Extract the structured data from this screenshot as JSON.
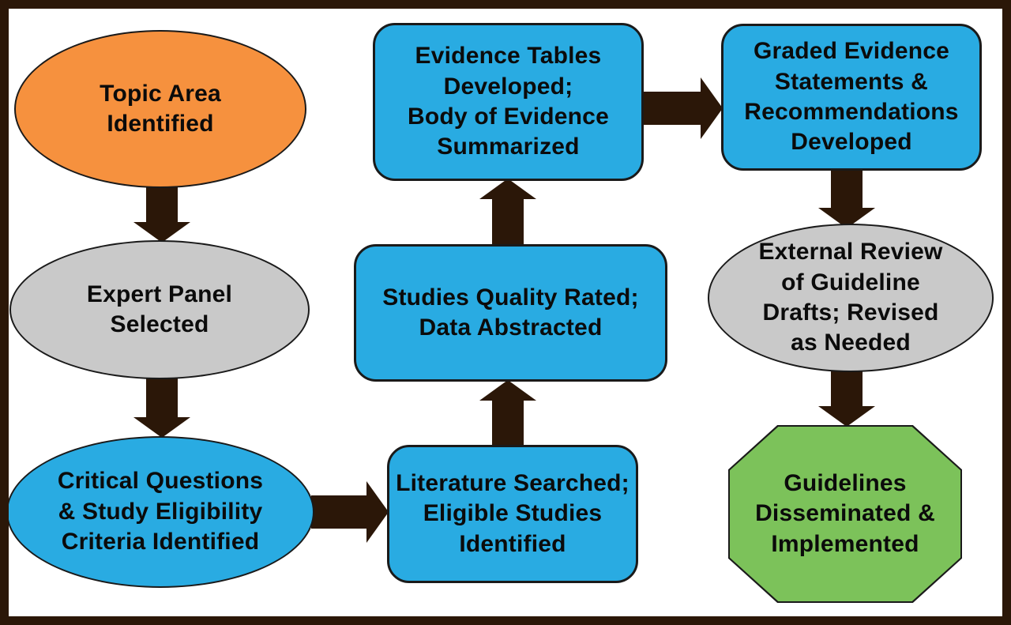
{
  "diagram": {
    "type": "flowchart",
    "colors": {
      "orange": "#F6913E",
      "blue": "#29ABE2",
      "gray": "#C9C9C9",
      "green": "#7CC25A",
      "arrow": "#2B1708",
      "frame": "#2B1708",
      "text": "#0B0B0B"
    },
    "nodes": [
      {
        "id": "topic-area-identified",
        "shape": "ellipse",
        "fill_color": "#F6913E",
        "label": "Topic Area\nIdentified"
      },
      {
        "id": "expert-panel-selected",
        "shape": "ellipse",
        "fill_color": "#C9C9C9",
        "label": "Expert Panel\nSelected"
      },
      {
        "id": "critical-questions",
        "shape": "ellipse",
        "fill_color": "#29ABE2",
        "label": "Critical Questions\n& Study Eligibility\nCriteria Identified"
      },
      {
        "id": "literature-searched",
        "shape": "rounded-rectangle",
        "fill_color": "#29ABE2",
        "label": "Literature Searched;\nEligible Studies\nIdentified"
      },
      {
        "id": "studies-quality-rated",
        "shape": "rounded-rectangle",
        "fill_color": "#29ABE2",
        "label": "Studies Quality Rated;\nData Abstracted"
      },
      {
        "id": "evidence-tables",
        "shape": "rounded-rectangle",
        "fill_color": "#29ABE2",
        "label": "Evidence Tables\nDeveloped;\nBody of Evidence\nSummarized"
      },
      {
        "id": "graded-evidence",
        "shape": "rounded-rectangle",
        "fill_color": "#29ABE2",
        "label": "Graded Evidence\nStatements &\nRecommendations\nDeveloped"
      },
      {
        "id": "external-review",
        "shape": "ellipse",
        "fill_color": "#C9C9C9",
        "label": "External Review\nof Guideline\nDrafts; Revised\nas Needed"
      },
      {
        "id": "guidelines-disseminated",
        "shape": "octagon",
        "fill_color": "#7CC25A",
        "label": "Guidelines\nDisseminated &\nImplemented"
      }
    ],
    "edges": [
      {
        "from": "topic-area-identified",
        "to": "expert-panel-selected",
        "direction": "down"
      },
      {
        "from": "expert-panel-selected",
        "to": "critical-questions",
        "direction": "down"
      },
      {
        "from": "critical-questions",
        "to": "literature-searched",
        "direction": "right"
      },
      {
        "from": "literature-searched",
        "to": "studies-quality-rated",
        "direction": "up"
      },
      {
        "from": "studies-quality-rated",
        "to": "evidence-tables",
        "direction": "up"
      },
      {
        "from": "evidence-tables",
        "to": "graded-evidence",
        "direction": "right"
      },
      {
        "from": "graded-evidence",
        "to": "external-review",
        "direction": "down"
      },
      {
        "from": "external-review",
        "to": "guidelines-disseminated",
        "direction": "down"
      }
    ]
  }
}
